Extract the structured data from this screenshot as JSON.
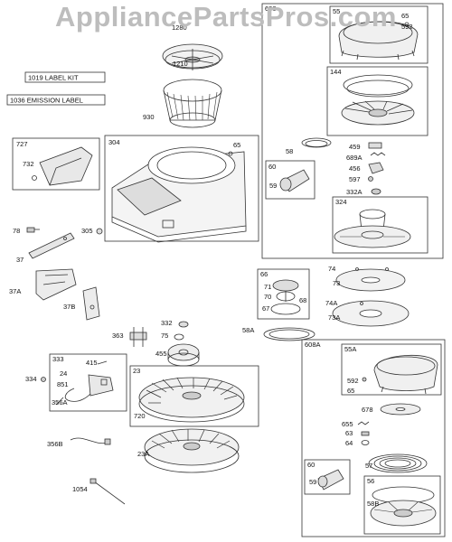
{
  "watermark": "AppliancePartsPros.com",
  "parts": {
    "p1019": "1019 LABEL KIT",
    "p1036": "1036 EMISSION LABEL",
    "p1210": "1210",
    "p1280": "1280",
    "p930": "930",
    "p727": "727",
    "p732": "732",
    "p304": "304",
    "p65a": "65",
    "p78": "78",
    "p305": "305",
    "p37": "37",
    "p37A": "37A",
    "p37B": "37B",
    "p608": "608",
    "p55": "55",
    "p65b": "65",
    "p592": "592",
    "p144": "144",
    "p58": "58",
    "p60a": "60",
    "p59a": "59",
    "p459": "459",
    "p689A": "689A",
    "p456": "456",
    "p597": "597",
    "p332A": "332A",
    "p324": "324",
    "p66": "66",
    "p71": "71",
    "p70": "70",
    "p68": "68",
    "p67": "67",
    "p58A": "58A",
    "p74": "74",
    "p73": "73",
    "p74A": "74A",
    "p73A": "73A",
    "p363": "363",
    "p332b": "332",
    "p75": "75",
    "p455": "455",
    "p333": "333",
    "p415": "415",
    "p334": "334",
    "p24": "24",
    "p851": "851",
    "p356A": "356A",
    "p23": "23",
    "p720": "720",
    "p356B": "356B",
    "p23A": "23A",
    "p1054": "1054",
    "p608A": "608A",
    "p55A": "55A",
    "p592b": "592",
    "p65c": "65",
    "p678": "678",
    "p655": "655",
    "p63": "63",
    "p64": "64",
    "p57": "57",
    "p60b": "60",
    "p59b": "59",
    "p56": "56",
    "p58B": "58B"
  }
}
